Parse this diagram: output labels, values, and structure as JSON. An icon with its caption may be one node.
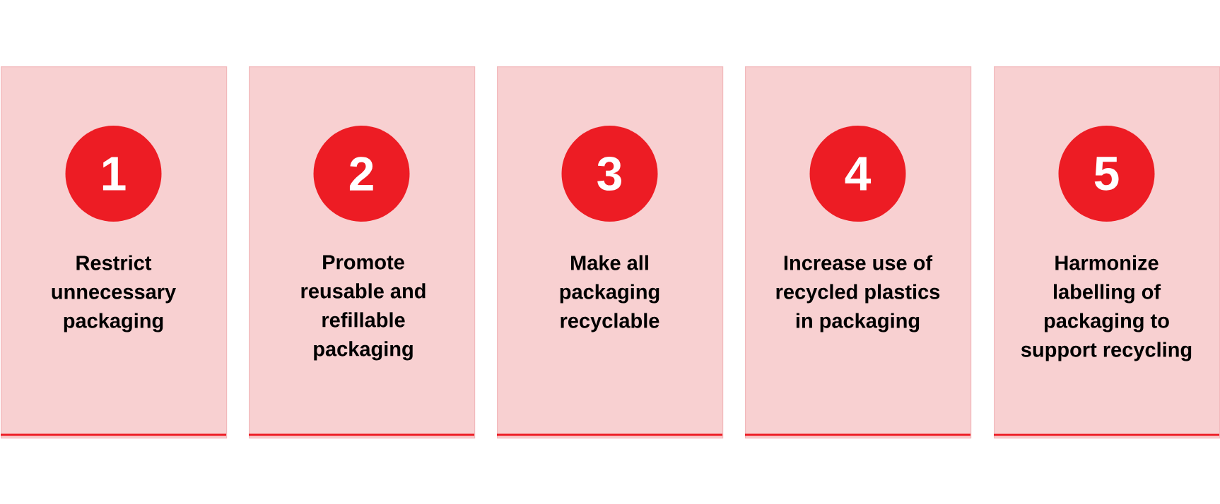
{
  "diagram": {
    "nodes": [
      {
        "text": [
          "Restrict unnecessary packaging"
        ]
      },
      {
        "text": [
          "1"
        ],
        "in": 0
      },
      {
        "text": [
          "Promote reusable and refillable packaging"
        ]
      },
      {
        "text": [
          "2"
        ],
        "in": 2
      },
      {
        "text": [
          "Make all packaging recyclable"
        ]
      },
      {
        "text": [
          "3"
        ],
        "in": 4
      },
      {
        "text": [
          "Increase use of recycled plastics in packaging"
        ]
      },
      {
        "text": [
          "4"
        ],
        "in": 6
      },
      {
        "text": [
          "Harmonize labelling of packaging to support recycling"
        ]
      },
      {
        "text": [
          "5"
        ],
        "in": 8
      }
    ]
  }
}
